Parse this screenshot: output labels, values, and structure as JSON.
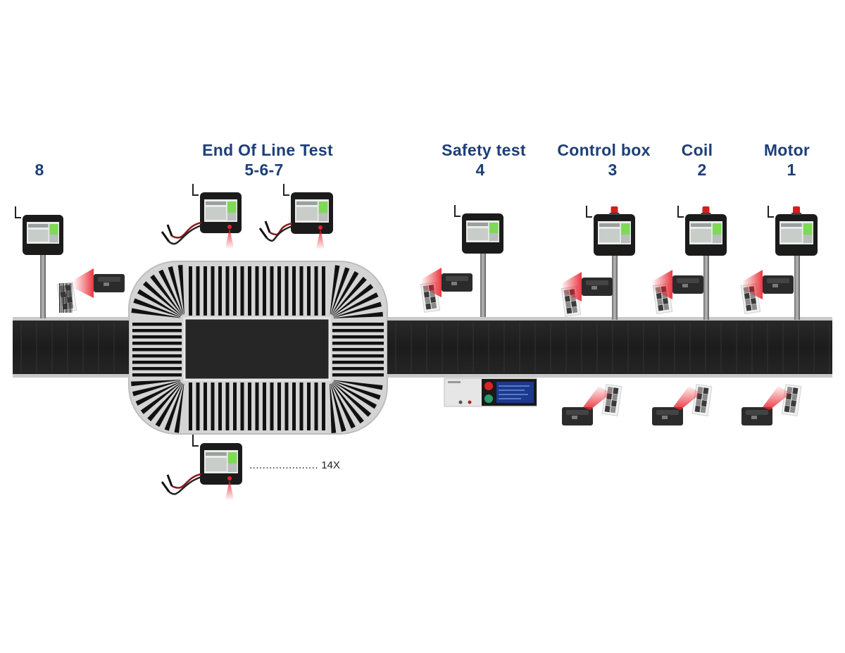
{
  "stations": [
    {
      "id": "s8",
      "title": "",
      "number": "8"
    },
    {
      "id": "s567",
      "title": "End Of Line Test",
      "number": "5-6-7"
    },
    {
      "id": "s4",
      "title": "Safety test",
      "number": "4"
    },
    {
      "id": "s3",
      "title": "Control box",
      "number": "3"
    },
    {
      "id": "s2",
      "title": "Coil",
      "number": "2"
    },
    {
      "id": "s1",
      "title": "Motor",
      "number": "1"
    }
  ],
  "multiplier_note": {
    "dots": ".....................",
    "count": "14X"
  },
  "colors": {
    "label": "#1d3f78",
    "belt": "#1f1f1f",
    "rail": "#c9c9c9",
    "loop_bg": "#d4d4d4",
    "terminal": "#1b1b1b",
    "screen_ok": "#7ed957",
    "laser": "#e8202a",
    "beacon": "#d91c1c"
  },
  "icons": [
    "terminal-icon",
    "barcode-scanner-icon",
    "multimeter-probe-icon",
    "safety-tester-icon",
    "beacon-light-icon",
    "qr-label-icon"
  ]
}
